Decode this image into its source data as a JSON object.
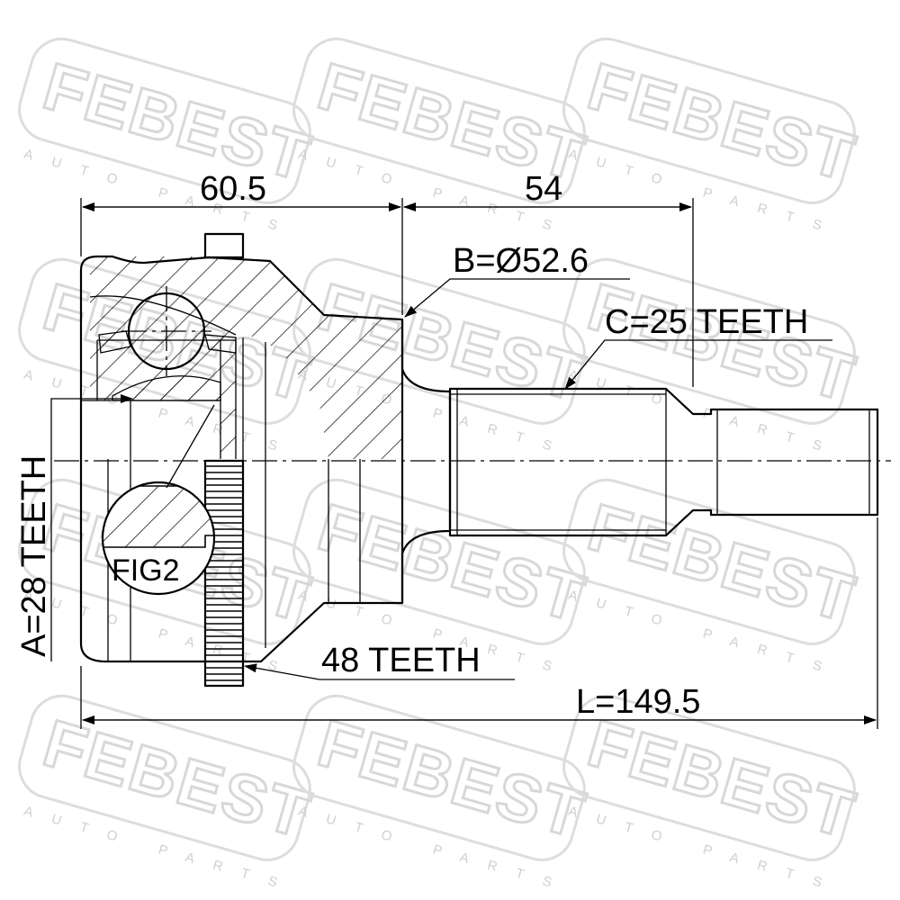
{
  "watermark": {
    "brand": "FEBEST",
    "tagline": "AUTO PARTS"
  },
  "dimensions": {
    "housing_length": "60.5",
    "shaft_length": "54",
    "outer_diameter": "B=Ø52.6",
    "outer_spline": "C=25 TEETH",
    "inner_spline": "A=28 TEETH",
    "abs_ring": "48 TEETH",
    "total_length": "L=149.5"
  },
  "detail_label": "FIG2"
}
